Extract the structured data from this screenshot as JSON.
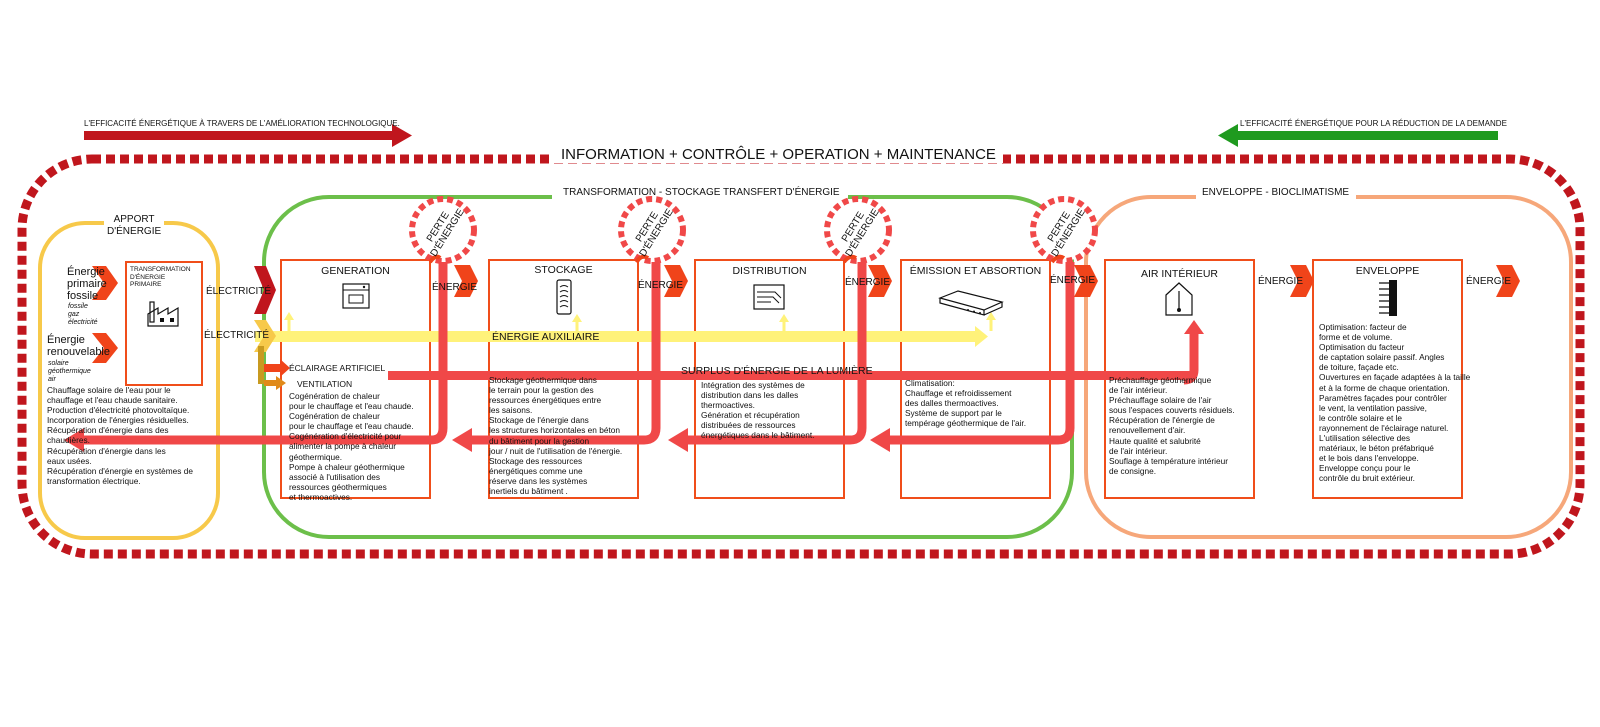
{
  "top": {
    "left_note": "L'EFFICACITÉ ÉNERGÉTIQUE À TRAVERS DE L'AMÉLIORATION TECHNOLOGIQUE.",
    "right_note": "L'EFFICACITÉ ÉNERGÉTIQUE POUR LA RÉDUCTION DE LA DEMANDE",
    "main_title": "INFORMATION + CONTRÔLE + OPERATION + MAINTENANCE"
  },
  "groups": {
    "transformation": "TRANSFORMATION - STOCKAGE TRANSFERT D'ÉNERGIE",
    "enveloppe": "ENVELOPPE - BIOCLIMATISME"
  },
  "apport": {
    "title": "APPORT\nD'ÉNERGIE",
    "fossile_label": "Énergie\nprimaire\nfossile",
    "fossile_sub": "fossile\ngaz\nélectricité",
    "renouvelable_label": "Énergie\nrenouvelable",
    "renouvelable_sub": "solaire\ngéothermique\nair",
    "transformation_box": "TRANSFORMATION\nD'ÉNERGIE\nPRIMAIRE",
    "text": "Chauffage solaire de l'eau  pour le\nchauffage et l'eau chaude sanitaire.\nProduction d'électricité photovoltaïque.\nIncorporation de l'énergies résiduelles.\nRécupération d'énergie dans des\nchaudières.\nRécupération d'énergie dans les\neaux usées.\nRécupération d'énergie en systèmes de\ntransformation électrique."
  },
  "labels": {
    "electricite": "ÉLECTRICITÉ",
    "energie": "ÉNERGIE",
    "perte": "PERTE\nD'ÉNERGIE",
    "energie_auxiliaire": "ÉNERGIE AUXILIAIRE",
    "surplus": "SURPLUS D'ÉNERGIE DE LA LUMIÈRE",
    "eclairage": "ÉCLAIRAGE ARTIFICIEL",
    "ventilation": "VENTILATION"
  },
  "boxes": {
    "generation": {
      "title": "GENERATION",
      "text": "Cogénération de chaleur\npour le chauffage et l'eau chaude.\nCogénération de chaleur\npour le chauffage et l'eau chaude.\nCogénération d'électricité pour\nalimenter la pompe à chaleur\ngéothermique.\nPompe à chaleur géothermique\nassocié à l'utilisation des\nressources géothermiques\net thermoactives."
    },
    "stockage": {
      "title": "STOCKAGE",
      "text": "Stockage géothermique dans\nle terrain pour la gestion des\nressources énergétiques entre\nles saisons.\nStockage de l'énergie dans\nles structures horizontales en béton\ndu bâtiment pour la gestion\njour / nuit de l'utilisation de l'énergie.\nStockage des ressources\nénergétiques comme une\nréserve dans les systèmes\ninertiels du bâtiment ."
    },
    "distribution": {
      "title": "DISTRIBUTION",
      "text": "Intégration des systèmes de\ndistribution dans les dalles\nthermoactives.\nGénération et  récupération\ndistribuées de ressources\nénergétiques dans le bâtiment."
    },
    "emission": {
      "title": "ÉMISSION ET ABSORTION",
      "text": "Climatisation:\nChauffage et refroidissement\ndes dalles thermoactives.\nSystème de support par le\ntempérage géothermique de l'air."
    },
    "air": {
      "title": "AIR INTÉRIEUR",
      "text": "Préchauffage géothermique\nde l'air intérieur.\nPréchauffage solaire de l'air\nsous l'espaces couverts résiduels.\nRécupération de l'énergie de\nrenouvellement d'air.\nHaute qualité et salubrité\nde l'air intérieur.\nSouflage à température intérieur\nde consigne."
    },
    "enveloppe": {
      "title": "ENVELOPPE",
      "text": "Optimisation:  facteur de\nforme et de volume.\nOptimisation du facteur\nde captation solaire passif. Angles\nde toiture, façade etc.\nOuvertures en façade adaptées à la taille\net à la forme de chaque orientation.\nParamètres façades pour contrôler\nle vent, la ventilation passive,\nle contrôle solaire et le\nrayonnement de l'éclairage naturel.\nL'utilisation sélective des\nmatériaux, le béton préfabriqué\net le bois  dans l'enveloppe.\nEnveloppe conçu pour le\ncontrôle du bruit extérieur."
    }
  },
  "colors": {
    "dark_red": "#c0161d",
    "orange_red": "#f0441a",
    "flow_red": "#f04848",
    "green": "#6cbf4a",
    "dark_green": "#1f9a1f",
    "peach": "#f6a77a",
    "yellow_outline": "#f7c94a",
    "yellow_flow": "#fff27a"
  }
}
